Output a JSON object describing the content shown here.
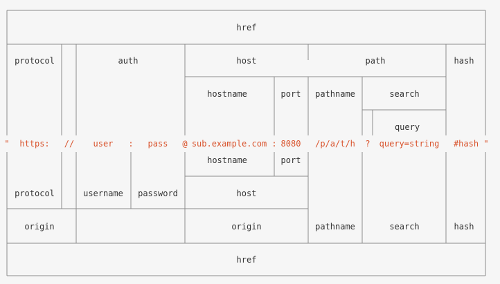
{
  "colors": {
    "background": "#f6f6f6",
    "text": "#333333",
    "url_text": "#d9532c",
    "lines": "#8c8c8c"
  },
  "top": {
    "href": "href",
    "protocol": "protocol",
    "auth": "auth",
    "host": "host",
    "path": "path",
    "hash": "hash",
    "hostname": "hostname",
    "port": "port",
    "pathname": "pathname",
    "search": "search",
    "query": "query"
  },
  "url_parts": {
    "open_quote": "\"",
    "protocol": "https:",
    "slashes": "//",
    "user": "user",
    "colon": ":",
    "pass": "pass",
    "at": "@",
    "hostname": "sub.example.com",
    "port_colon": ":",
    "port": "8080",
    "pathname": "/p/a/t/h",
    "question": "?",
    "query": "query=string",
    "hash": "#hash",
    "close_quote": "\""
  },
  "bottom": {
    "hostname": "hostname",
    "port": "port",
    "protocol": "protocol",
    "username": "username",
    "password": "password",
    "host": "host",
    "origin_left": "origin",
    "origin_center": "origin",
    "pathname": "pathname",
    "search": "search",
    "hash": "hash",
    "href": "href"
  }
}
